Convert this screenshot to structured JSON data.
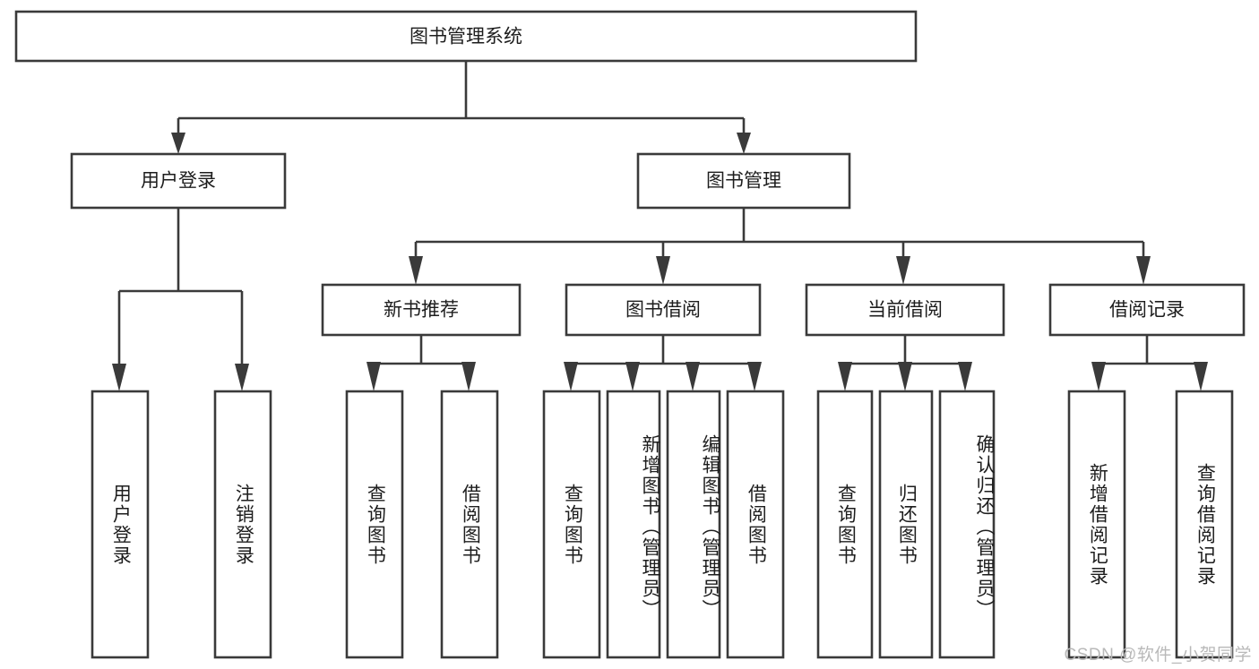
{
  "diagram": {
    "title": "图书管理系统",
    "type": "tree-hierarchy",
    "orientation": "top-down",
    "colors": {
      "background": "#ffffff",
      "box_fill": "#ffffff",
      "box_stroke": "#3a3a3a",
      "connector": "#3a3a3a",
      "text": "#1d1d1d",
      "watermark": "#b9b9b9"
    },
    "nodes": {
      "root": {
        "label": "图书管理系统",
        "level": 0,
        "text_orientation": "horizontal"
      },
      "level1": [
        {
          "id": "user-login",
          "label": "用户登录",
          "text_orientation": "horizontal"
        },
        {
          "id": "book-management",
          "label": "图书管理",
          "text_orientation": "horizontal"
        }
      ],
      "level2": [
        {
          "id": "new-book-recommend",
          "label": "新书推荐",
          "parent": "book-management",
          "text_orientation": "horizontal"
        },
        {
          "id": "book-borrow",
          "label": "图书借阅",
          "parent": "book-management",
          "text_orientation": "horizontal"
        },
        {
          "id": "current-borrow",
          "label": "当前借阅",
          "parent": "book-management",
          "text_orientation": "horizontal"
        },
        {
          "id": "borrow-record",
          "label": "借阅记录",
          "parent": "book-management",
          "text_orientation": "horizontal"
        }
      ],
      "leaves": [
        {
          "id": "leaf-user-login",
          "label": "用户登录",
          "parent": "user-login",
          "text_orientation": "vertical"
        },
        {
          "id": "leaf-logout-login",
          "label": "注销登录",
          "parent": "user-login",
          "text_orientation": "vertical"
        },
        {
          "id": "leaf-query-book-1",
          "label": "查询图书",
          "parent": "new-book-recommend",
          "text_orientation": "vertical"
        },
        {
          "id": "leaf-borrow-book-1",
          "label": "借阅图书",
          "parent": "new-book-recommend",
          "text_orientation": "vertical"
        },
        {
          "id": "leaf-query-book-2",
          "label": "查询图书",
          "parent": "book-borrow",
          "text_orientation": "vertical"
        },
        {
          "id": "leaf-add-book",
          "label": "新增图书（管理员）",
          "parent": "book-borrow",
          "text_orientation": "vertical"
        },
        {
          "id": "leaf-edit-book",
          "label": "编辑图书（管理员）",
          "parent": "book-borrow",
          "text_orientation": "vertical"
        },
        {
          "id": "leaf-borrow-book-2",
          "label": "借阅图书",
          "parent": "book-borrow",
          "text_orientation": "vertical"
        },
        {
          "id": "leaf-query-book-3",
          "label": "查询图书",
          "parent": "current-borrow",
          "text_orientation": "vertical"
        },
        {
          "id": "leaf-return-book",
          "label": "归还图书",
          "parent": "current-borrow",
          "text_orientation": "vertical"
        },
        {
          "id": "leaf-confirm-return",
          "label": "确认归还（管理员）",
          "parent": "current-borrow",
          "text_orientation": "vertical"
        },
        {
          "id": "leaf-add-record",
          "label": "新增借阅记录",
          "parent": "borrow-record",
          "text_orientation": "vertical"
        },
        {
          "id": "leaf-query-record",
          "label": "查询借阅记录",
          "parent": "borrow-record",
          "text_orientation": "vertical"
        }
      ]
    }
  },
  "watermark": {
    "text": "CSDN @软件_小贺同学"
  }
}
